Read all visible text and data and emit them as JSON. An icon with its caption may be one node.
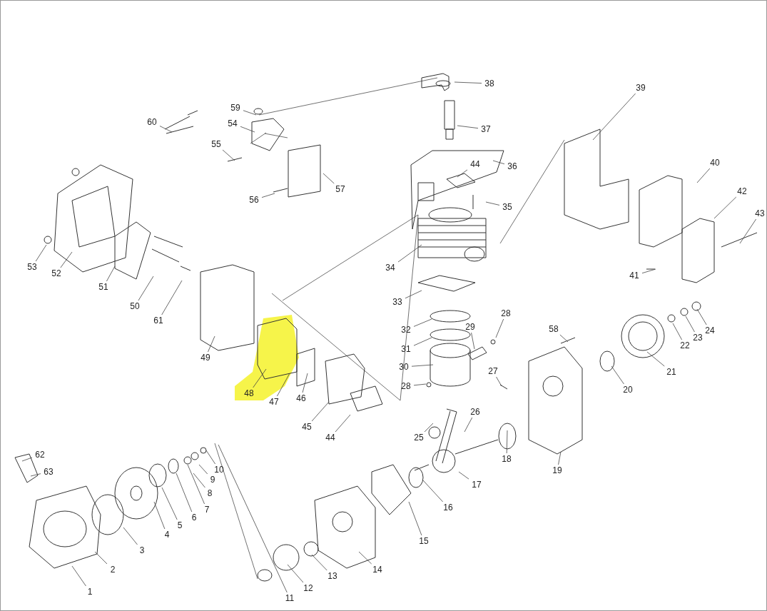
{
  "diagram": {
    "nodes": [
      {
        "text": [
          "1"
        ]
      },
      {
        "text": [
          "2"
        ]
      },
      {
        "text": [
          "3"
        ]
      },
      {
        "text": [
          "4"
        ]
      },
      {
        "text": [
          "5"
        ]
      },
      {
        "text": [
          "6"
        ]
      },
      {
        "text": [
          "7"
        ]
      },
      {
        "text": [
          "8"
        ]
      },
      {
        "text": [
          "9"
        ]
      },
      {
        "text": [
          "10"
        ]
      },
      {
        "text": [
          "11"
        ]
      },
      {
        "text": [
          "12"
        ]
      },
      {
        "text": [
          "13"
        ]
      },
      {
        "text": [
          "14"
        ]
      },
      {
        "text": [
          "15"
        ]
      },
      {
        "text": [
          "16"
        ]
      },
      {
        "text": [
          "17"
        ]
      },
      {
        "text": [
          "18"
        ]
      },
      {
        "text": [
          "19"
        ]
      },
      {
        "text": [
          "20"
        ]
      },
      {
        "text": [
          "21"
        ]
      },
      {
        "text": [
          "22"
        ]
      },
      {
        "text": [
          "23"
        ]
      },
      {
        "text": [
          "24"
        ]
      },
      {
        "text": [
          "25"
        ]
      },
      {
        "text": [
          "26"
        ]
      },
      {
        "text": [
          "27"
        ]
      },
      {
        "text": [
          "28"
        ]
      },
      {
        "text": [
          "28"
        ]
      },
      {
        "text": [
          "29"
        ]
      },
      {
        "text": [
          "30"
        ]
      },
      {
        "text": [
          "31"
        ]
      },
      {
        "text": [
          "32"
        ]
      },
      {
        "text": [
          "33"
        ]
      },
      {
        "text": [
          "34"
        ]
      },
      {
        "text": [
          "35"
        ]
      },
      {
        "text": [
          "36"
        ]
      },
      {
        "text": [
          "37"
        ]
      },
      {
        "text": [
          "38"
        ]
      },
      {
        "text": [
          "39"
        ]
      },
      {
        "text": [
          "40"
        ]
      },
      {
        "text": [
          "41"
        ]
      },
      {
        "text": [
          "42"
        ]
      },
      {
        "text": [
          "43"
        ]
      },
      {
        "text": [
          "44"
        ]
      },
      {
        "text": [
          "44"
        ]
      },
      {
        "text": [
          "45"
        ]
      },
      {
        "text": [
          "46"
        ]
      },
      {
        "text": [
          "47"
        ]
      },
      {
        "text": [
          "48"
        ]
      },
      {
        "text": [
          "49"
        ]
      },
      {
        "text": [
          "50"
        ]
      },
      {
        "text": [
          "51"
        ]
      },
      {
        "text": [
          "52"
        ]
      },
      {
        "text": [
          "53"
        ]
      },
      {
        "text": [
          "54"
        ]
      },
      {
        "text": [
          "55"
        ]
      },
      {
        "text": [
          "56"
        ]
      },
      {
        "text": [
          "57"
        ]
      },
      {
        "text": [
          "58"
        ]
      },
      {
        "text": [
          "59"
        ]
      },
      {
        "text": [
          "60"
        ]
      },
      {
        "text": [
          "61"
        ]
      },
      {
        "text": [
          "62"
        ]
      },
      {
        "text": [
          "63"
        ]
      }
    ],
    "edges": [
      {
        "from": 0,
        "to": null,
        "arrow": "none"
      },
      {
        "from": 1,
        "to": null,
        "arrow": "none"
      },
      {
        "from": 2,
        "to": null,
        "arrow": "none"
      },
      {
        "from": 3,
        "to": null,
        "arrow": "none"
      },
      {
        "from": 4,
        "to": null,
        "arrow": "none"
      },
      {
        "from": 5,
        "to": null,
        "arrow": "none"
      },
      {
        "from": 6,
        "to": null,
        "arrow": "none"
      },
      {
        "from": 7,
        "to": null,
        "arrow": "none"
      },
      {
        "from": 8,
        "to": null,
        "arrow": "none"
      },
      {
        "from": 9,
        "to": null,
        "arrow": "none"
      },
      {
        "from": 10,
        "to": null,
        "arrow": "none"
      },
      {
        "from": 11,
        "to": null,
        "arrow": "none"
      },
      {
        "from": 12,
        "to": null,
        "arrow": "none"
      },
      {
        "from": 13,
        "to": null,
        "arrow": "none"
      },
      {
        "from": 14,
        "to": null,
        "arrow": "none"
      },
      {
        "from": 15,
        "to": null,
        "arrow": "none"
      },
      {
        "from": 16,
        "to": null,
        "arrow": "none"
      },
      {
        "from": 17,
        "to": null,
        "arrow": "none"
      },
      {
        "from": 18,
        "to": null,
        "arrow": "none"
      },
      {
        "from": 19,
        "to": null,
        "arrow": "none"
      },
      {
        "from": 20,
        "to": null,
        "arrow": "none"
      },
      {
        "from": 21,
        "to": null,
        "arrow": "none"
      },
      {
        "from": 22,
        "to": null,
        "arrow": "none"
      },
      {
        "from": 23,
        "to": null,
        "arrow": "none"
      },
      {
        "from": 24,
        "to": null,
        "arrow": "none"
      },
      {
        "from": 25,
        "to": null,
        "arrow": "none"
      },
      {
        "from": 26,
        "to": null,
        "arrow": "none"
      },
      {
        "from": 27,
        "to": null,
        "arrow": "none"
      },
      {
        "from": 28,
        "to": null,
        "arrow": "none"
      },
      {
        "from": 29,
        "to": null,
        "arrow": "none"
      },
      {
        "from": 30,
        "to": null,
        "arrow": "none"
      },
      {
        "from": 31,
        "to": null,
        "arrow": "none"
      },
      {
        "from": 32,
        "to": null,
        "arrow": "none"
      },
      {
        "from": 33,
        "to": null,
        "arrow": "none"
      },
      {
        "from": 34,
        "to": null,
        "arrow": "none"
      },
      {
        "from": 35,
        "to": null,
        "arrow": "none"
      },
      {
        "from": 36,
        "to": null,
        "arrow": "none"
      },
      {
        "from": 37,
        "to": null,
        "arrow": "none"
      },
      {
        "from": 38,
        "to": null,
        "arrow": "none"
      },
      {
        "from": 39,
        "to": null,
        "arrow": "none"
      },
      {
        "from": 40,
        "to": null,
        "arrow": "none"
      },
      {
        "from": 41,
        "to": null,
        "arrow": "none"
      },
      {
        "from": 42,
        "to": null,
        "arrow": "none"
      },
      {
        "from": 43,
        "to": null,
        "arrow": "none"
      },
      {
        "from": 44,
        "to": null,
        "arrow": "none"
      },
      {
        "from": 45,
        "to": null,
        "arrow": "none"
      },
      {
        "from": 46,
        "to": null,
        "arrow": "none"
      },
      {
        "from": 47,
        "to": null,
        "arrow": "none"
      },
      {
        "from": 48,
        "to": null,
        "arrow": "none"
      },
      {
        "from": 49,
        "to": null,
        "arrow": "none"
      },
      {
        "from": 50,
        "to": null,
        "arrow": "none"
      },
      {
        "from": 51,
        "to": null,
        "arrow": "none"
      },
      {
        "from": 52,
        "to": null,
        "arrow": "none"
      },
      {
        "from": 53,
        "to": null,
        "arrow": "none"
      },
      {
        "from": 54,
        "to": null,
        "arrow": "none"
      },
      {
        "from": 55,
        "to": null,
        "arrow": "none"
      },
      {
        "from": 56,
        "to": null,
        "arrow": "none"
      },
      {
        "from": 57,
        "to": null,
        "arrow": "none"
      },
      {
        "from": 58,
        "to": null,
        "arrow": "none"
      },
      {
        "from": 59,
        "to": null,
        "arrow": "none"
      },
      {
        "from": 60,
        "to": null,
        "arrow": "none"
      },
      {
        "from": 61,
        "to": null,
        "arrow": "none"
      },
      {
        "from": 62,
        "to": null,
        "arrow": "none"
      },
      {
        "from": 63,
        "to": null,
        "arrow": "none"
      },
      {
        "from": 64,
        "to": null,
        "arrow": "none"
      }
    ]
  }
}
